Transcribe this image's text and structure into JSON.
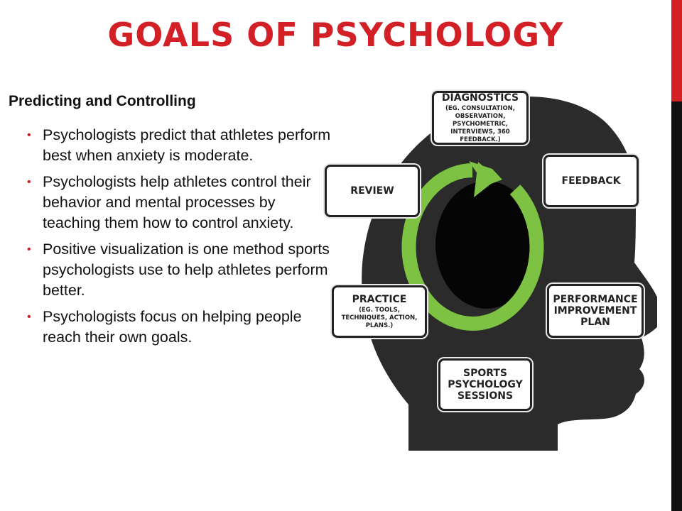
{
  "slide": {
    "title": "GOALS OF PSYCHOLOGY",
    "subheading": "Predicting and Controlling",
    "bullets": [
      "Psychologists predict that athletes perform best when anxiety is moderate.",
      "Psychologists help athletes control their behavior and mental processes by teaching them how to control anxiety.",
      "Positive visualization is one method sports psychologists use to help athletes perform better.",
      "Psychologists focus on helping people reach their own goals."
    ],
    "bullet_glyph": "•"
  },
  "diagram": {
    "stages": {
      "diagnostics": {
        "title": "DIAGNOSTICS",
        "sub": "(EG. CONSULTATION, OBSERVATION, PSYCHOMETRIC, INTERVIEWS, 360 FEEDBACK.)"
      },
      "feedback": {
        "title": "FEEDBACK"
      },
      "review": {
        "title": "REVIEW"
      },
      "practice": {
        "title": "PRACTICE",
        "sub": "(EG. TOOLS, TECHNIQUES, ACTION, PLANS.)"
      },
      "performance": {
        "title": "PERFORMANCE IMPROVEMENT PLAN"
      },
      "sessions": {
        "title": "SPORTS PSYCHOLOGY SESSIONS"
      }
    }
  },
  "colors": {
    "accent_red": "#d32027",
    "head_silhouette": "#2b2b2b",
    "cycle_green": "#7dc242",
    "cycle_green_light": "#9bd15a",
    "inner_oval": "#050505"
  }
}
